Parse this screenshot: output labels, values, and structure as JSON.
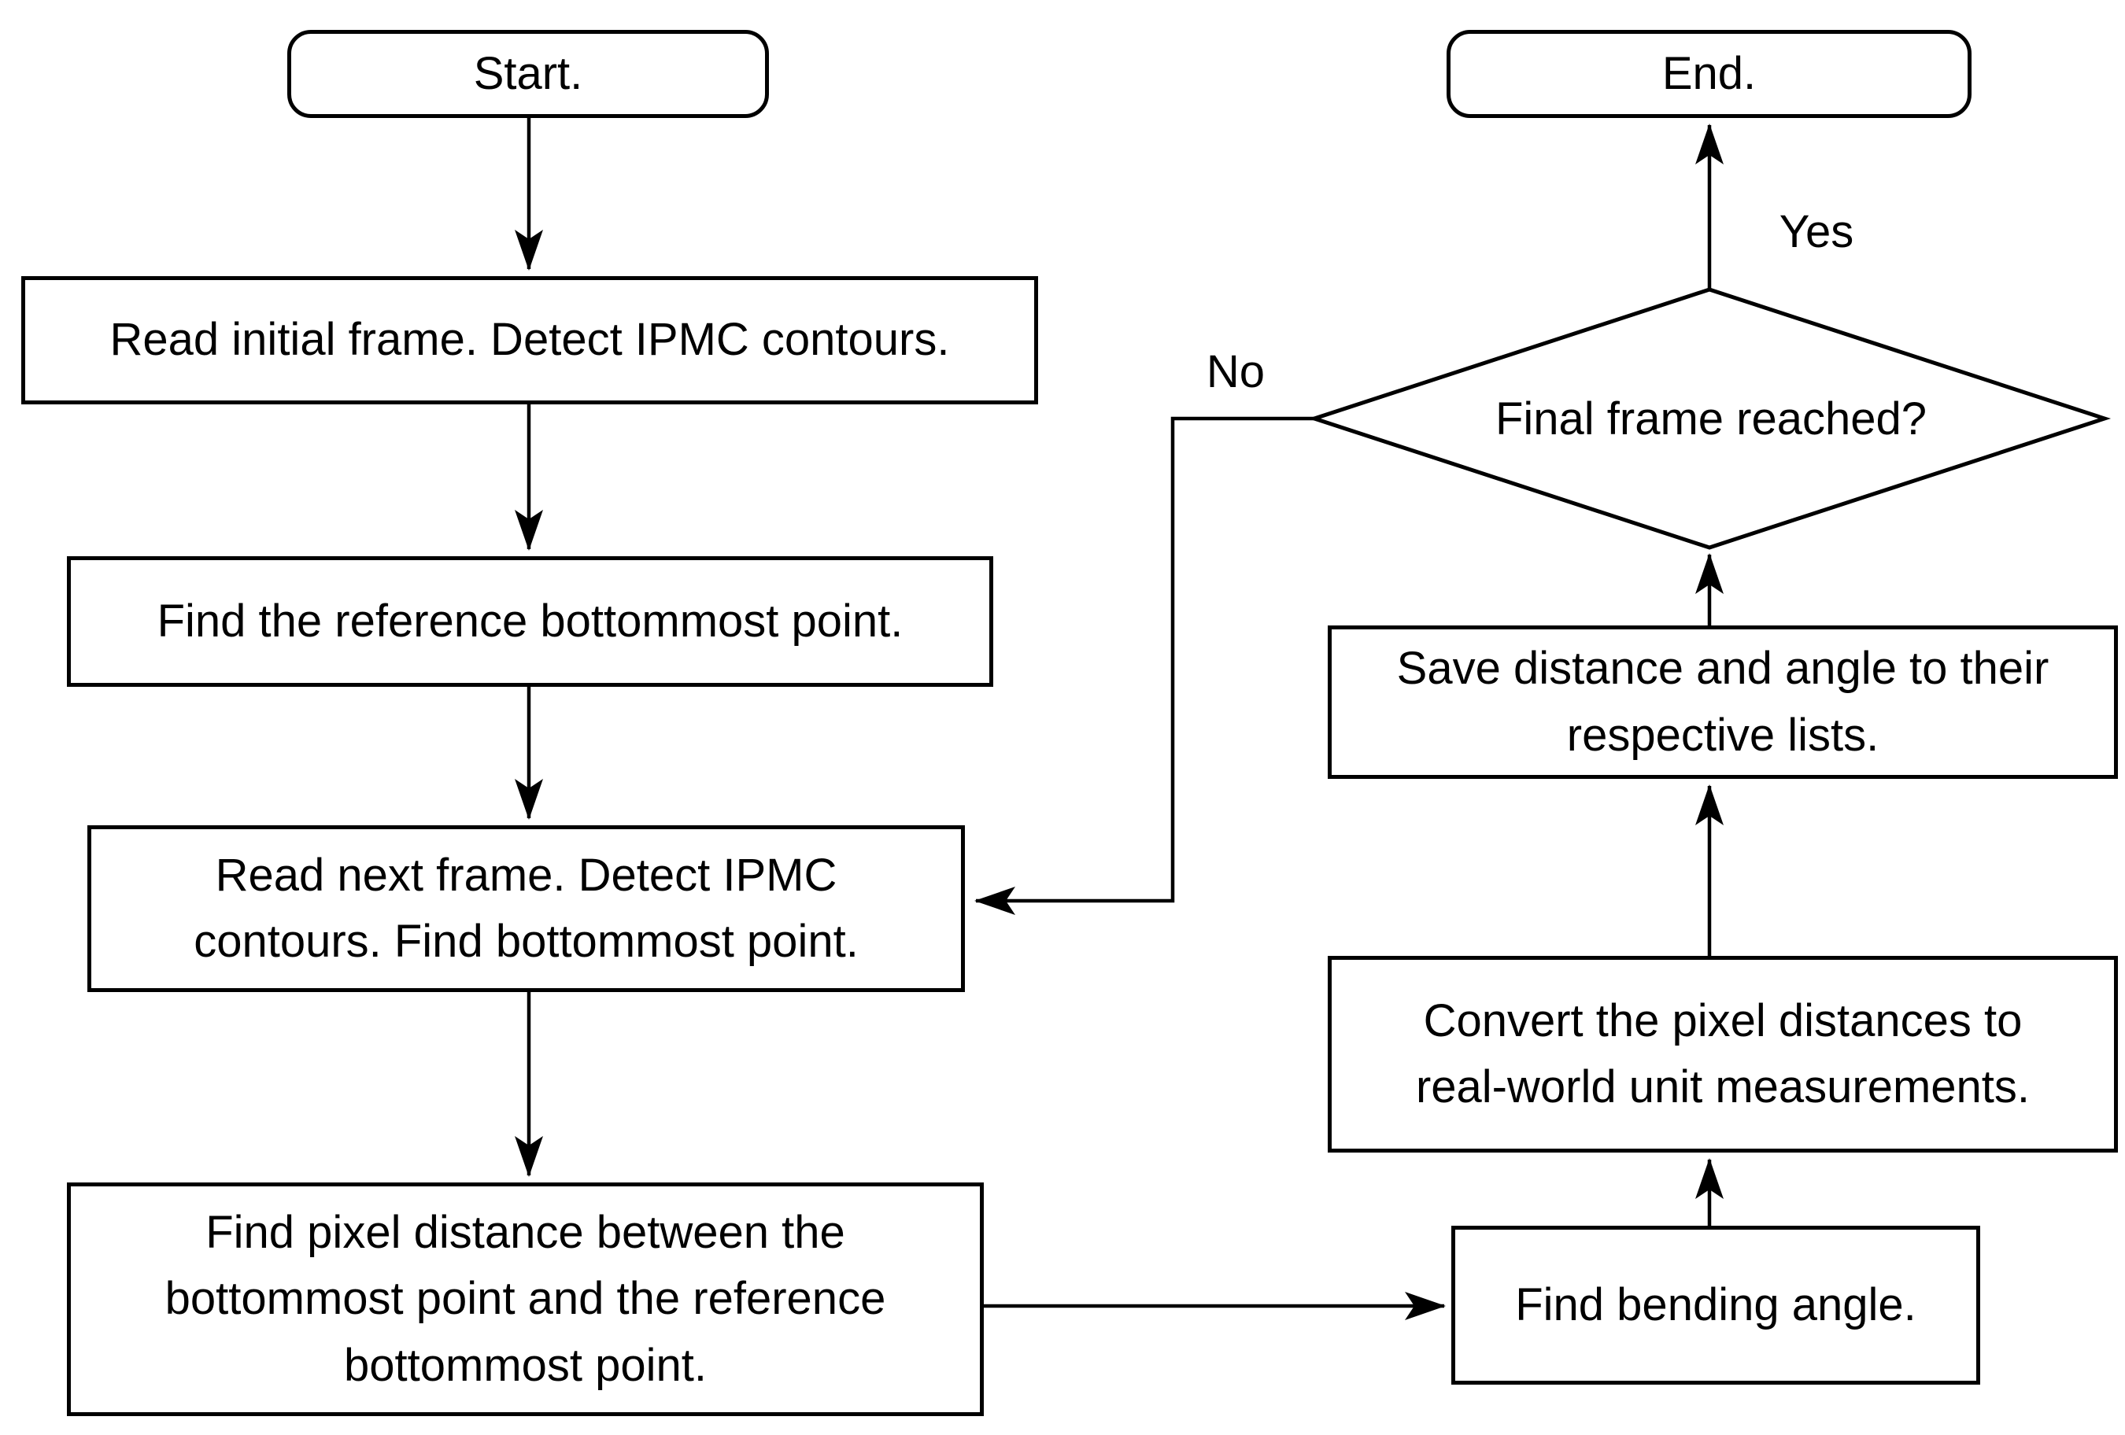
{
  "flowchart": {
    "background_color": "#ffffff",
    "stroke_color": "#000000",
    "text_color": "#000000",
    "nodes": {
      "start": {
        "type": "terminator",
        "label": "Start."
      },
      "read_initial_frame": {
        "type": "process",
        "label": "Read initial frame. Detect IPMC contours."
      },
      "find_reference_point": {
        "type": "process",
        "label": "Find the reference bottommost point."
      },
      "read_next_frame": {
        "type": "process",
        "label": "Read next frame. Detect IPMC\ncontours. Find bottommost point."
      },
      "find_pixel_distance": {
        "type": "process",
        "label": "Find pixel distance between the\nbottommost point and the reference\nbottommost point."
      },
      "find_bending_angle": {
        "type": "process",
        "label": "Find bending angle."
      },
      "convert_distances": {
        "type": "process",
        "label": "Convert the pixel distances to\nreal-world unit measurements."
      },
      "save_to_lists": {
        "type": "process",
        "label": "Save distance and angle to their\nrespective lists."
      },
      "final_frame_decision": {
        "type": "decision",
        "label": "Final frame reached?"
      },
      "end": {
        "type": "terminator",
        "label": "End."
      }
    },
    "edge_labels": {
      "yes": "Yes",
      "no": "No"
    }
  }
}
